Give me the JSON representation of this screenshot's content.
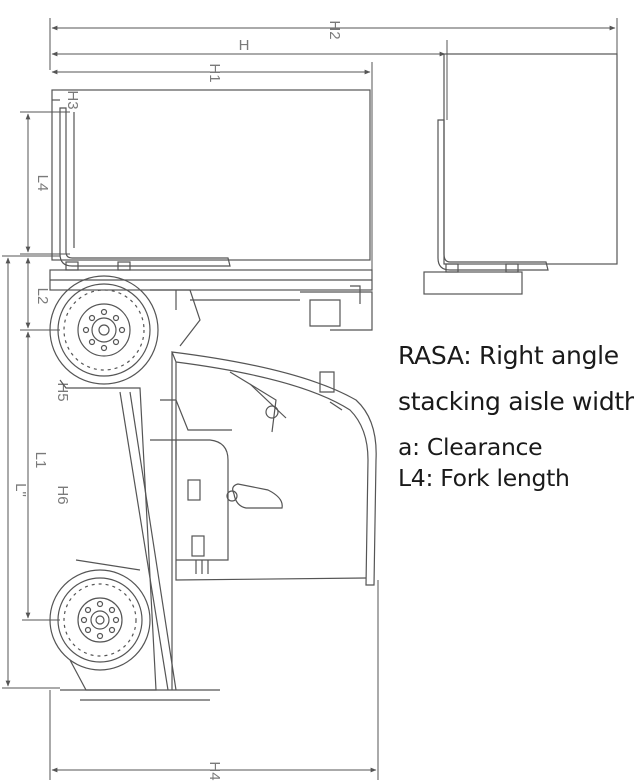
{
  "dimension_labels": {
    "H2": "H2",
    "H": "H",
    "H1": "H1",
    "H3": "H3",
    "L4": "L4",
    "L2": "L2",
    "H5": "H5",
    "L1": "L1",
    "H6": "H6",
    "L_double_prime": "L\"",
    "H4": "H4"
  },
  "legend": {
    "rasa_line1": "RASA:  Right angle",
    "rasa_line2": "stacking aisle width",
    "clearance": "a: Clearance",
    "fork_length": "L4: Fork length"
  }
}
